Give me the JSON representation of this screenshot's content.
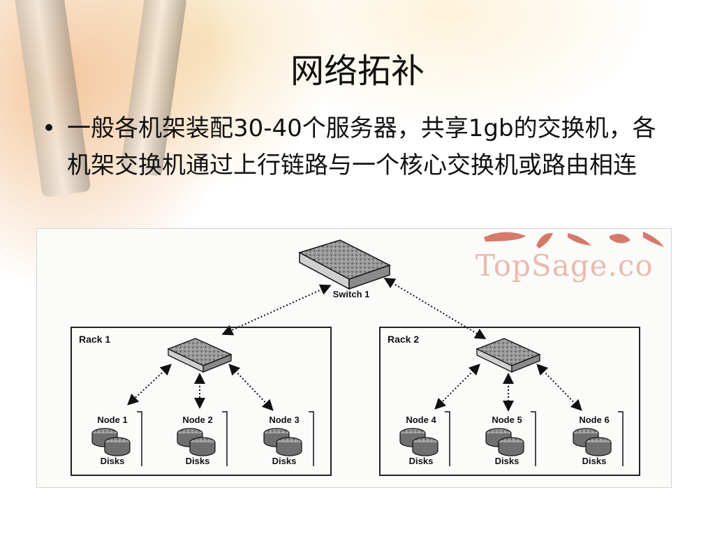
{
  "slide": {
    "title": "网络拓补",
    "bullet_symbol": "•",
    "bullet_text": "一般各机架装配30-40个服务器，共享1gb的交换机，各机架交换机通过上行链路与一个核心交换机或路由相连"
  },
  "diagram": {
    "core_switch_label": "Switch 1",
    "watermark": "TopSage.co",
    "racks": [
      {
        "label": "Rack 1",
        "nodes": [
          {
            "label": "Node 1",
            "disks": "Disks"
          },
          {
            "label": "Node 2",
            "disks": "Disks"
          },
          {
            "label": "Node 3",
            "disks": "Disks"
          }
        ]
      },
      {
        "label": "Rack 2",
        "nodes": [
          {
            "label": "Node 4",
            "disks": "Disks"
          },
          {
            "label": "Node 5",
            "disks": "Disks"
          },
          {
            "label": "Node 6",
            "disks": "Disks"
          }
        ]
      }
    ]
  }
}
